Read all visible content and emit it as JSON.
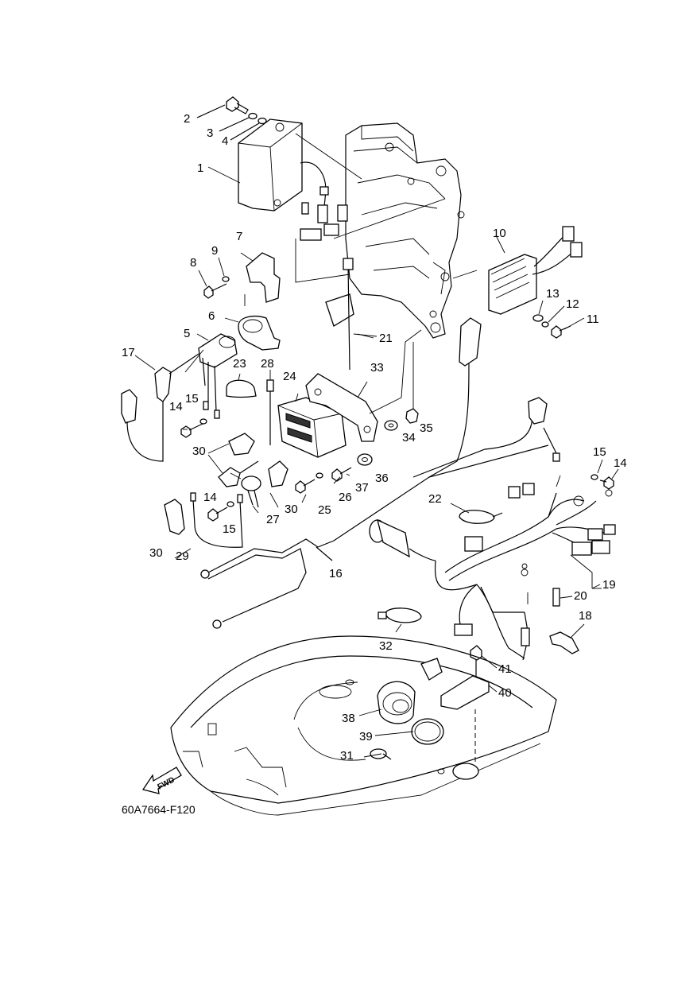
{
  "diagram": {
    "labels": {
      "p1": "1",
      "p2": "2",
      "p3": "3",
      "p4": "4",
      "p5": "5",
      "p6": "6",
      "p7": "7",
      "p8": "8",
      "p9": "9",
      "p10": "10",
      "p11": "11",
      "p12": "12",
      "p13": "13",
      "p14a": "14",
      "p14b": "14",
      "p14c": "14",
      "p15a": "15",
      "p15b": "15",
      "p15c": "15",
      "p16": "16",
      "p17": "17",
      "p18": "18",
      "p19": "19",
      "p20": "20",
      "p21": "21",
      "p22": "22",
      "p23": "23",
      "p24": "24",
      "p25": "25",
      "p26": "26",
      "p27": "27",
      "p28": "28",
      "p29": "29",
      "p30a": "30",
      "p30b": "30",
      "p30c": "30",
      "p31": "31",
      "p32": "32",
      "p33": "33",
      "p34": "34",
      "p35": "35",
      "p36": "36",
      "p37": "37",
      "p38": "38",
      "p39": "39",
      "p40": "40",
      "p41": "41"
    },
    "fwd_label": "FWD",
    "drawing_code": "60A7664-F120"
  }
}
